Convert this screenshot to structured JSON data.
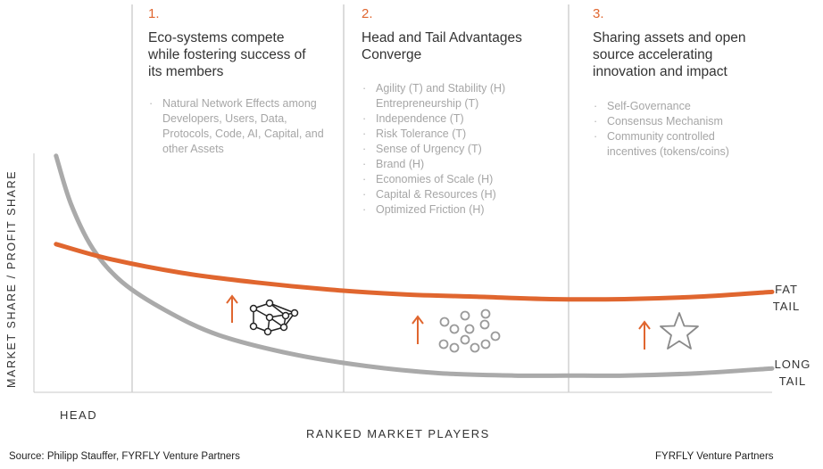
{
  "sections": [
    {
      "number": "1.",
      "heading": [
        "Eco-systems compete",
        "while fostering success of",
        "its members"
      ],
      "bullets": [
        "Natural Network Effects among Developers, Users, Data, Protocols, Code, AI, Capital, and other Assets"
      ]
    },
    {
      "number": "2.",
      "heading": [
        "Head and Tail Advantages",
        "Converge"
      ],
      "bullets": [
        "Agility (T) and Stability (H) Entrepreneurship (T)",
        "Independence (T)",
        "Risk Tolerance (T)",
        "Sense of Urgency (T)",
        "Brand (H)",
        "Economies of Scale (H)",
        "Capital & Resources (H)",
        "Optimized Friction (H)"
      ]
    },
    {
      "number": "3.",
      "heading": [
        "Sharing assets and open",
        "source accelerating",
        "innovation and impact"
      ],
      "bullets": [
        "Self-Governance",
        "Consensus Mechanism",
        "Community controlled incentives (tokens/coins)"
      ]
    }
  ],
  "axes": {
    "y_label": "MARKET SHARE / PROFIT SHARE",
    "x_label": "RANKED MARKET PLAYERS",
    "x_start_label": "HEAD"
  },
  "curve_labels": {
    "fat_tail": [
      "FAT",
      "TAIL"
    ],
    "long_tail": [
      "LONG",
      "TAIL"
    ]
  },
  "footer": {
    "source": "Source: Philipp Stauffer, FYRFLY Venture Partners",
    "credit": "FYRFLY Venture Partners"
  },
  "icons": [
    "up-arrow-icon",
    "network-cube-icon",
    "circles-cluster-icon",
    "star-icon"
  ],
  "colors": {
    "fat_tail": "#e0662f",
    "long_tail": "#aaaaaa",
    "dividers": "#d0d0d0",
    "section_number": "#e0662f"
  },
  "chart_data": {
    "type": "line",
    "title": "",
    "xlabel": "RANKED MARKET PLAYERS",
    "ylabel": "MARKET SHARE / PROFIT SHARE",
    "x_unit": "relative rank (0 = head, 1 = tail end)",
    "y_unit": "relative share (0 = baseline, 1 = top of axis)",
    "xlim": [
      0,
      1
    ],
    "ylim": [
      0,
      1
    ],
    "series": [
      {
        "name": "FAT TAIL",
        "color": "#e0662f",
        "x": [
          0.03,
          0.1,
          0.2,
          0.3,
          0.4,
          0.5,
          0.6,
          0.7,
          0.8,
          0.9,
          1.0
        ],
        "y": [
          0.62,
          0.56,
          0.5,
          0.46,
          0.43,
          0.41,
          0.4,
          0.39,
          0.39,
          0.4,
          0.42
        ]
      },
      {
        "name": "LONG TAIL",
        "color": "#aaaaaa",
        "x": [
          0.03,
          0.05,
          0.08,
          0.12,
          0.18,
          0.25,
          0.35,
          0.45,
          0.55,
          0.65,
          0.72,
          0.8,
          0.9,
          1.0
        ],
        "y": [
          0.99,
          0.79,
          0.6,
          0.46,
          0.34,
          0.24,
          0.16,
          0.11,
          0.08,
          0.07,
          0.07,
          0.07,
          0.08,
          0.1
        ]
      }
    ],
    "section_dividers_x": [
      0.13,
      0.44,
      0.73
    ],
    "grid": false,
    "legend": "curve-end labels on right"
  }
}
